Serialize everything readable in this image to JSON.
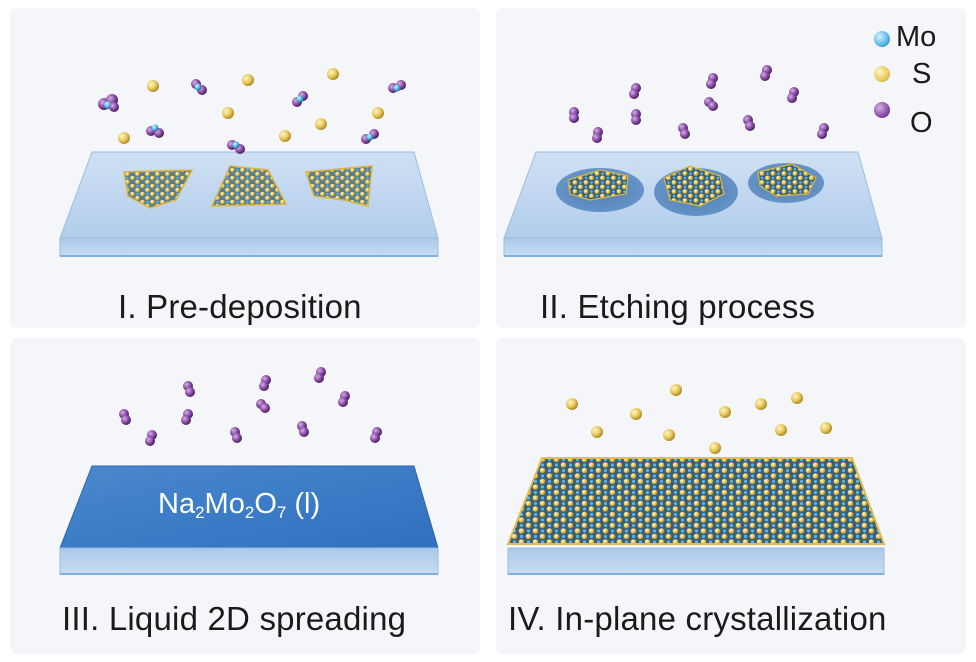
{
  "legend": {
    "items": [
      {
        "label": "Mo",
        "color": "#4fb8e6"
      },
      {
        "label": "S",
        "color": "#e8c85a"
      },
      {
        "label": "O",
        "color": "#8a4aa6"
      }
    ]
  },
  "panels": [
    {
      "label": "I. Pre-deposition"
    },
    {
      "label": "II. Etching process"
    },
    {
      "label": "III. Liquid 2D spreading"
    },
    {
      "label": "IV. In-plane crystallization"
    }
  ],
  "film": {
    "formula_parts": [
      "Na",
      "2",
      "Mo",
      "2",
      "O",
      "7",
      " (l)"
    ]
  },
  "colors": {
    "substrate_top": "#b9d3ee",
    "substrate_side": "#a6c8ea",
    "liquid": "#3d7cc6",
    "mo": "#4fb8e6",
    "s": "#e8c85a",
    "o": "#8a4aa6"
  }
}
